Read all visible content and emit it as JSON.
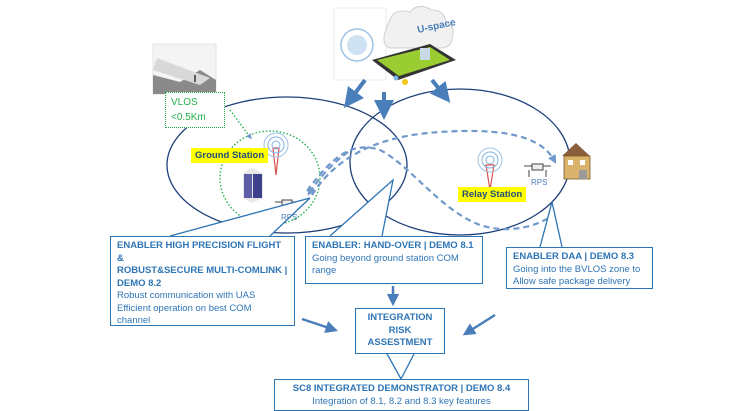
{
  "diagram": {
    "vlos_box": {
      "line1": "VLOS",
      "line2": "<0.5Km"
    },
    "ground_station_label": "Ground Station",
    "relay_station_label": "Relay Station",
    "rps_label_left": "RPS",
    "rps_label_right": "RPS",
    "uspace_label": "U-space",
    "demo_82": {
      "title_line1": "ENABLER HIGH PRECISION FLIGHT &",
      "title_line2": "ROBUST&SECURE MULTI-COMLINK |",
      "title_line3": "DEMO 8.2",
      "desc_line1": "Robust communication with UAS",
      "desc_line2": "Efficient operation on best COM",
      "desc_line3": "channel"
    },
    "demo_81": {
      "title": "ENABLER: HAND-OVER | DEMO 8.1",
      "desc_line1": "Going beyond ground station COM",
      "desc_line2": "range"
    },
    "demo_83": {
      "title": "ENABLER DAA | DEMO 8.3",
      "desc_line1": "Going into the BVLOS zone to",
      "desc_line2": "Allow safe package delivery"
    },
    "integration": {
      "line1": "INTEGRATION",
      "line2": "RISK",
      "line3": "ASSESTMENT"
    },
    "demo_84": {
      "title": "SC8 INTEGRATED DEMONSTRATOR | DEMO 8.4",
      "desc": "Integration of 8.1, 8.2 and 8.3 key features"
    },
    "colors": {
      "primary": "#2e75b6",
      "ellipse": "#1f3f7a",
      "dashed": "#7099cc",
      "vlos": "#22b14c",
      "highlight": "#ffff00"
    }
  }
}
